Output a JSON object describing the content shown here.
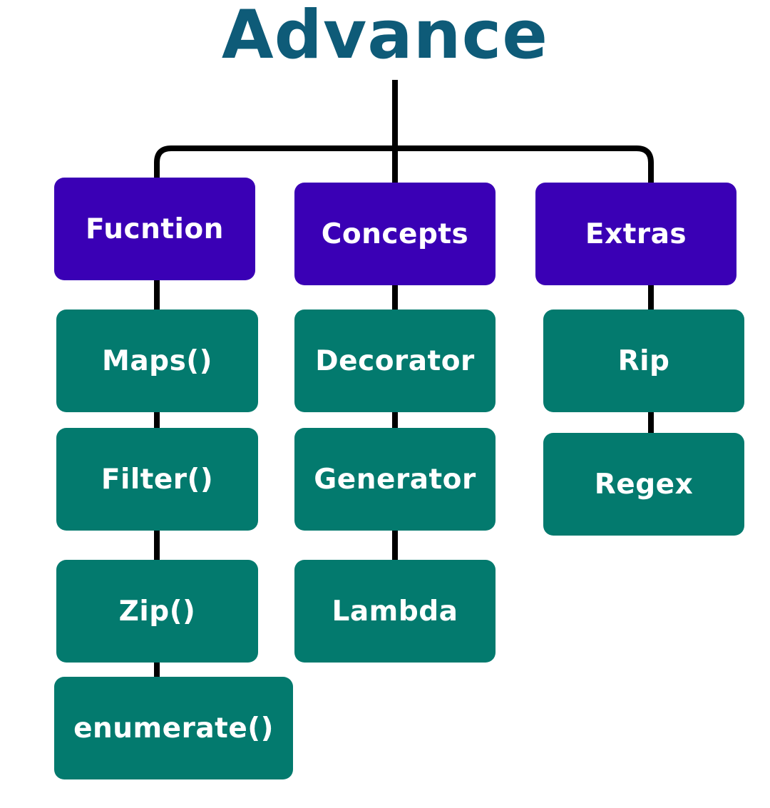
{
  "title": "Advance",
  "colors": {
    "title": "#0e5b78",
    "category": "#3a00b5",
    "item": "#037a6e",
    "connector": "#000000"
  },
  "columns": [
    {
      "label": "Fucntion",
      "items": [
        "Maps()",
        "Filter()",
        "Zip()",
        "enumerate()"
      ]
    },
    {
      "label": "Concepts",
      "items": [
        "Decorator",
        "Generator",
        "Lambda"
      ]
    },
    {
      "label": "Extras",
      "items": [
        "Rip",
        "Regex"
      ]
    }
  ]
}
